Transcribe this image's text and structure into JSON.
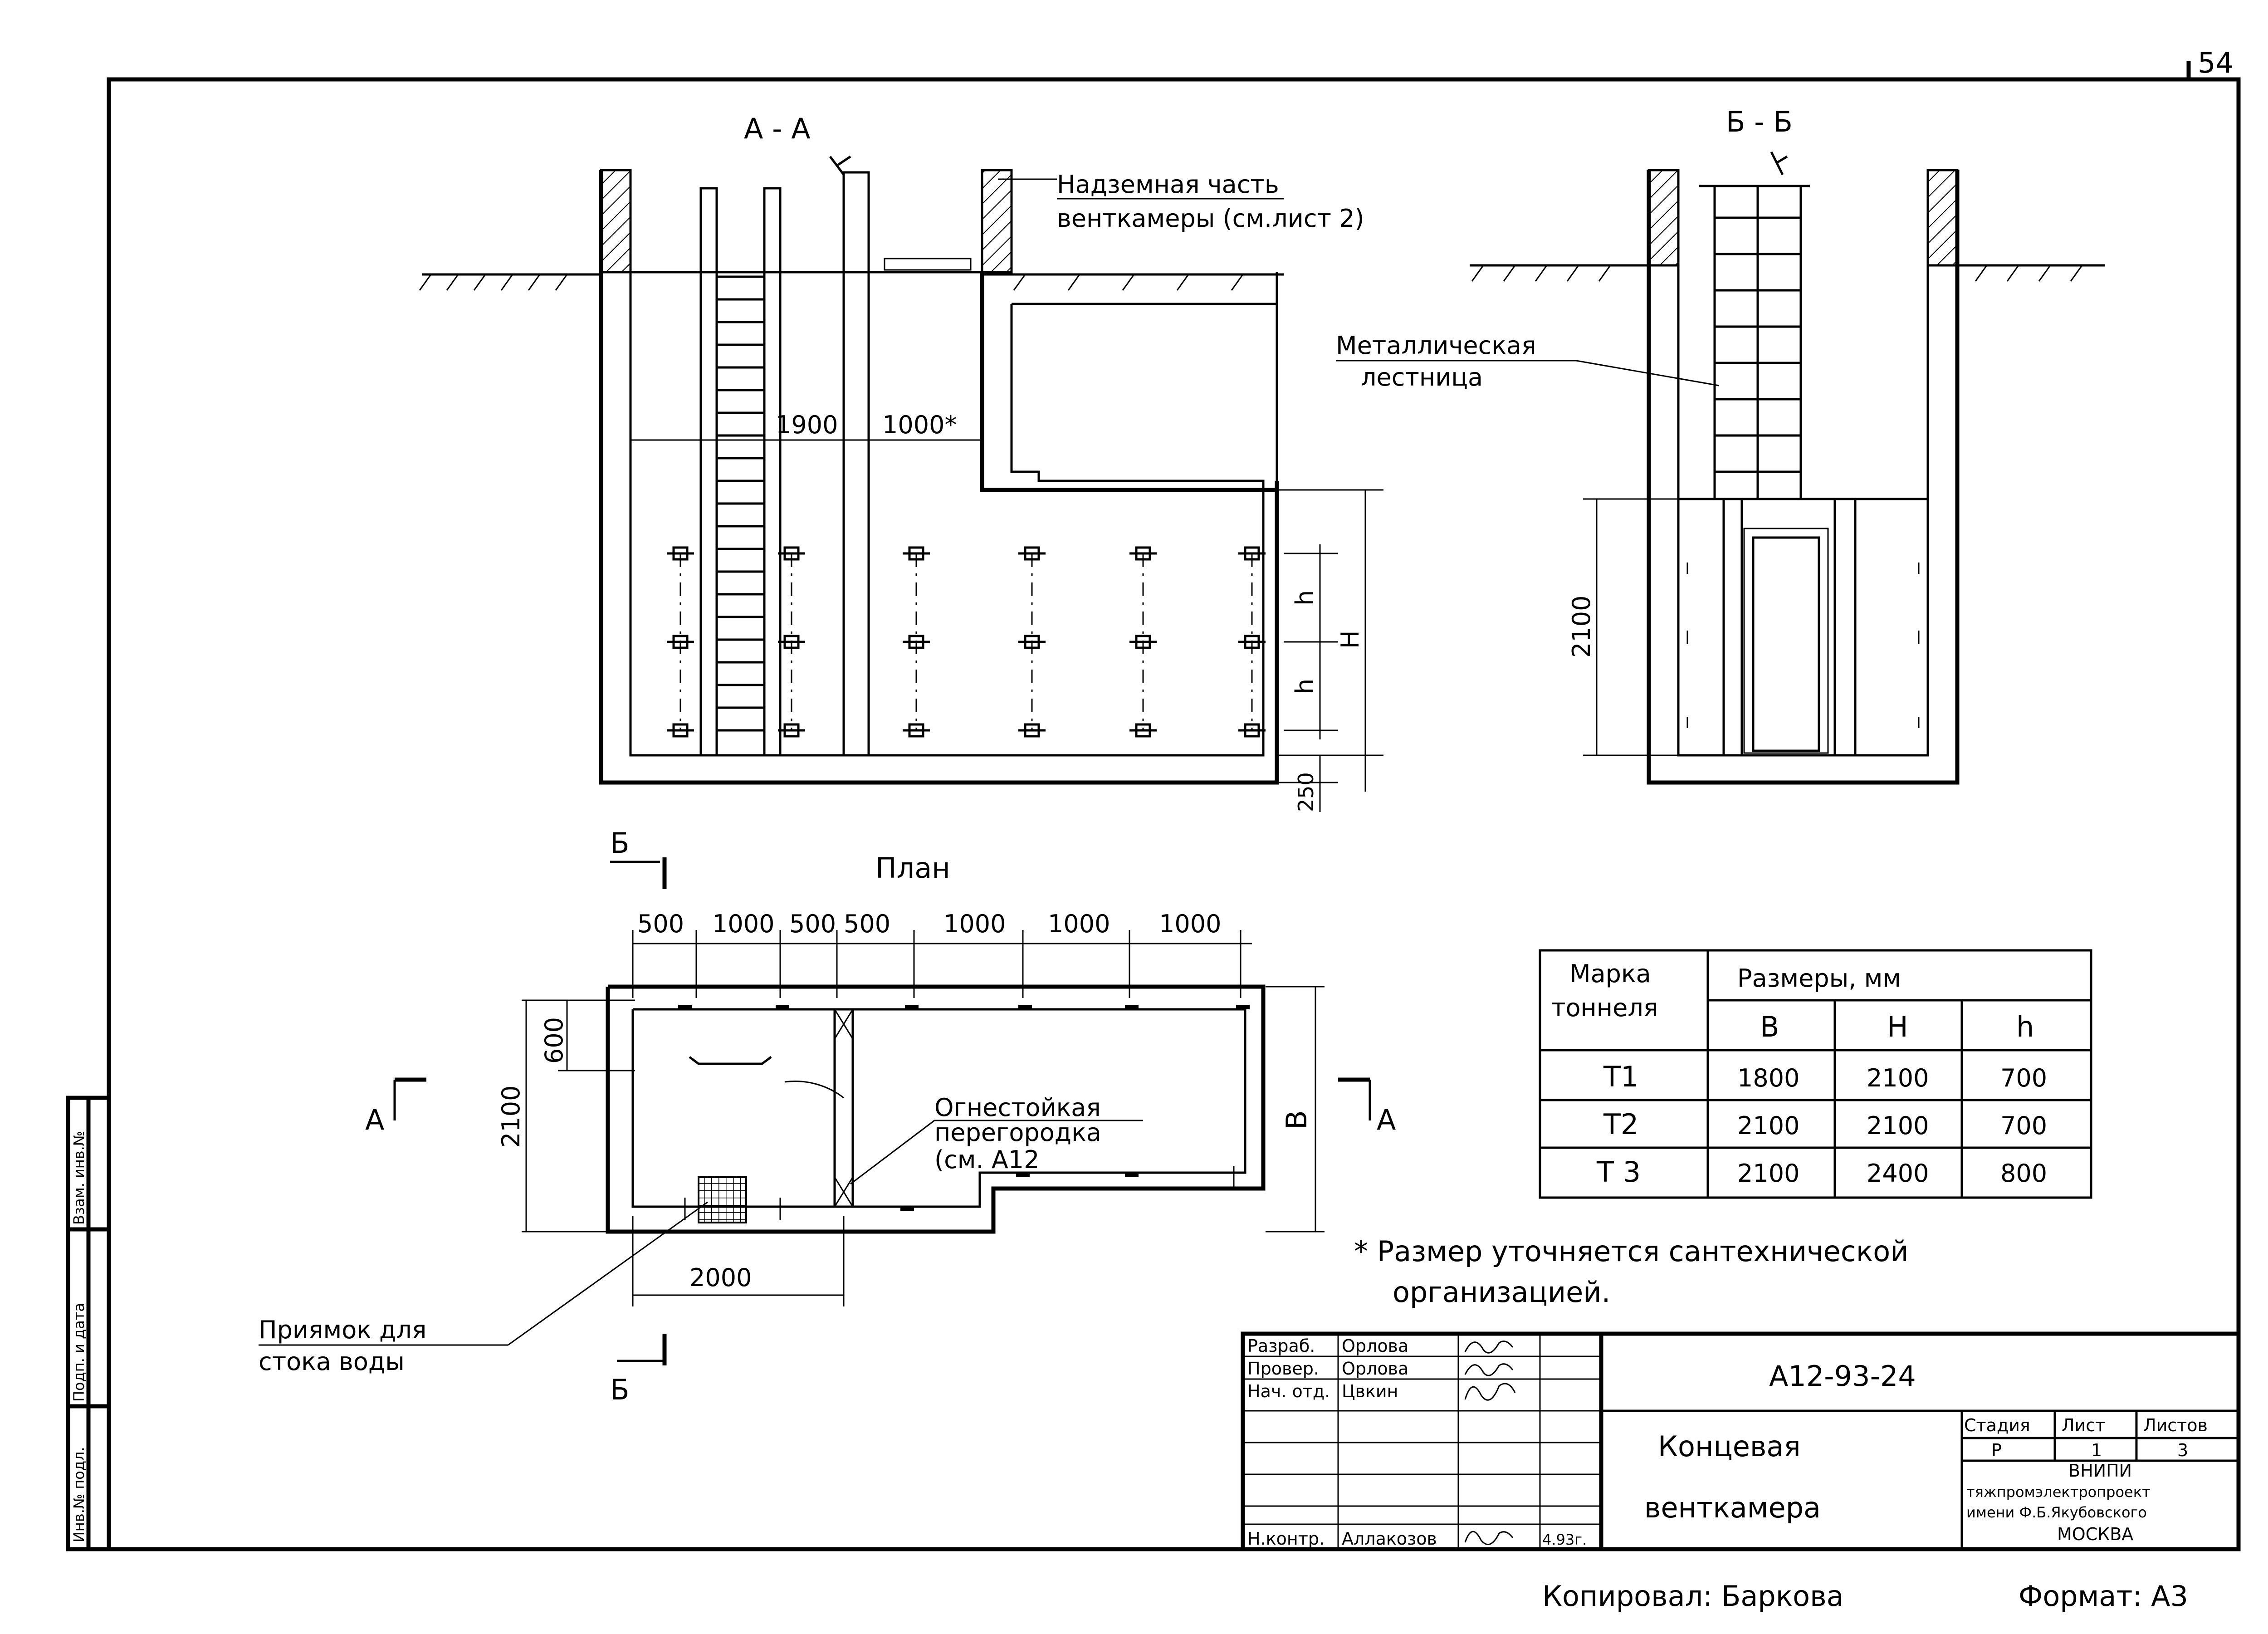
{
  "sheet_number": "54",
  "section_a": {
    "title": "А - А",
    "label_above_ground": "Надземная часть",
    "label_above_ground_2": "венткамеры (см.лист 2)",
    "dim_1900": "1900",
    "dim_1000_star": "1000*",
    "dim_h1": "h",
    "dim_h2": "h",
    "dim_H": "H",
    "dim_250": "250"
  },
  "section_b": {
    "title": "Б - Б",
    "label_ladder_1": "Металлическая",
    "label_ladder_2": "лестница",
    "dim_2100": "2100"
  },
  "plan": {
    "title": "План",
    "cut_b_top": "Б",
    "cut_b_bottom": "Б",
    "cut_a_left": "А",
    "cut_a_right": "А",
    "dims_top": [
      "500",
      "1000",
      "500",
      "500",
      "1000",
      "1000",
      "1000"
    ],
    "dim_600": "600",
    "dim_2100": "2100",
    "dim_B": "B",
    "dim_2000": "2000",
    "partition_1": "Огнестойкая",
    "partition_2": "перегородка",
    "partition_3": "(см. А12",
    "pit_1": "Приямок для",
    "pit_2": "стока воды"
  },
  "table": {
    "col_mark_1": "Марка",
    "col_mark_2": "тоннеля",
    "col_sizes": "Размеры, мм",
    "sub_headers": [
      "B",
      "H",
      "h"
    ],
    "rows": [
      [
        "Т1",
        "1800",
        "2100",
        "700"
      ],
      [
        "Т2",
        "2100",
        "2100",
        "700"
      ],
      [
        "Т 3",
        "2100",
        "2400",
        "800"
      ]
    ]
  },
  "note": {
    "line1": "* Размер уточняется сантехнической",
    "line2": "организацией."
  },
  "title_block": {
    "doc_code": "А12-93-24",
    "name_1": "Концевая",
    "name_2": "венткамера",
    "roles": [
      "Разраб.",
      "Провер.",
      "Нач. отд.",
      "",
      "",
      "",
      "Н.контр."
    ],
    "names": [
      "Орлова",
      "Орлова",
      "Цвкин",
      "",
      "",
      "",
      "Аллакозов"
    ],
    "date": "4.93г.",
    "stage_label": "Стадия",
    "sheet_label": "Лист",
    "sheets_label": "Листов",
    "stage_value": "Р",
    "sheet_value": "1",
    "sheets_value": "3",
    "org_1": "ВНИПИ",
    "org_2": "тяжпромэлектропроект",
    "org_3": "имени Ф.Б.Якубовского",
    "org_4": "МОСКВА"
  },
  "side_stamp": [
    "Инв.№ подл.",
    "Подп. и дата",
    "Взам. инв.№"
  ],
  "footer": {
    "copied": "Копировал: Баркова",
    "format": "Формат: А3"
  }
}
